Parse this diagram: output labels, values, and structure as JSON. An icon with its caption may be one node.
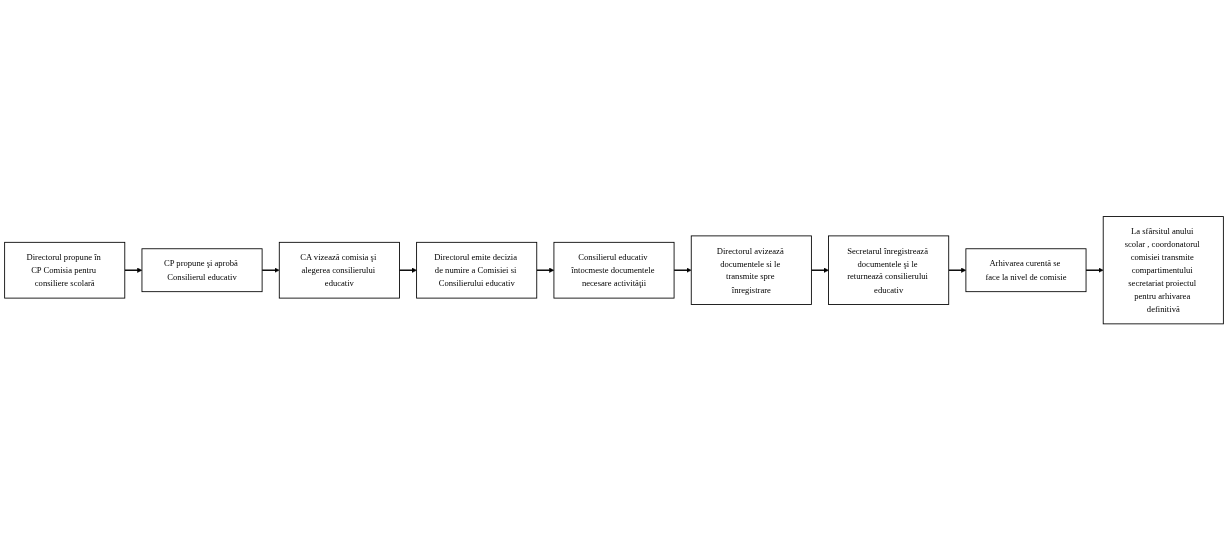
{
  "diagram": {
    "nodes": [
      {
        "text": [
          "Directorul propune în CP Comisia pentru consiliere scolară"
        ]
      },
      {
        "text": [
          "CP propune şi aprobă Consilierul educativ"
        ]
      },
      {
        "text": [
          "CA vizează comisia şi alegerea consilierului educativ"
        ]
      },
      {
        "text": [
          "Directorul emite decizia de numire a Comisiei si Consilierului educativ"
        ]
      },
      {
        "text": [
          "Consilierul educativ întocmeste documentele necesare activităţii"
        ]
      },
      {
        "text": [
          "Directorul avizează documentele si le transmite spre înregistrare"
        ]
      },
      {
        "text": [
          "Secretarul înregistrează documentele şi le returnează consilierului educativ"
        ]
      },
      {
        "text": [
          "Arhivarea curentă se face la nivel de comisie"
        ]
      },
      {
        "text": [
          "La sfârsitul anului scolar , coordonatorul comisiei transmite compartimentului secretariat proiectul pentru arhivarea definitivă"
        ]
      }
    ],
    "edges": [
      {
        "from": 0,
        "to": 1,
        "arrow": "to"
      },
      {
        "from": 1,
        "to": 2,
        "arrow": "to"
      },
      {
        "from": 2,
        "to": 3,
        "arrow": "to"
      },
      {
        "from": 3,
        "to": 4,
        "arrow": "to"
      },
      {
        "from": 4,
        "to": 5,
        "arrow": "to"
      },
      {
        "from": 5,
        "to": 6,
        "arrow": "to"
      },
      {
        "from": 6,
        "to": 7,
        "arrow": "to"
      },
      {
        "from": 7,
        "to": 8,
        "arrow": "to"
      }
    ]
  }
}
